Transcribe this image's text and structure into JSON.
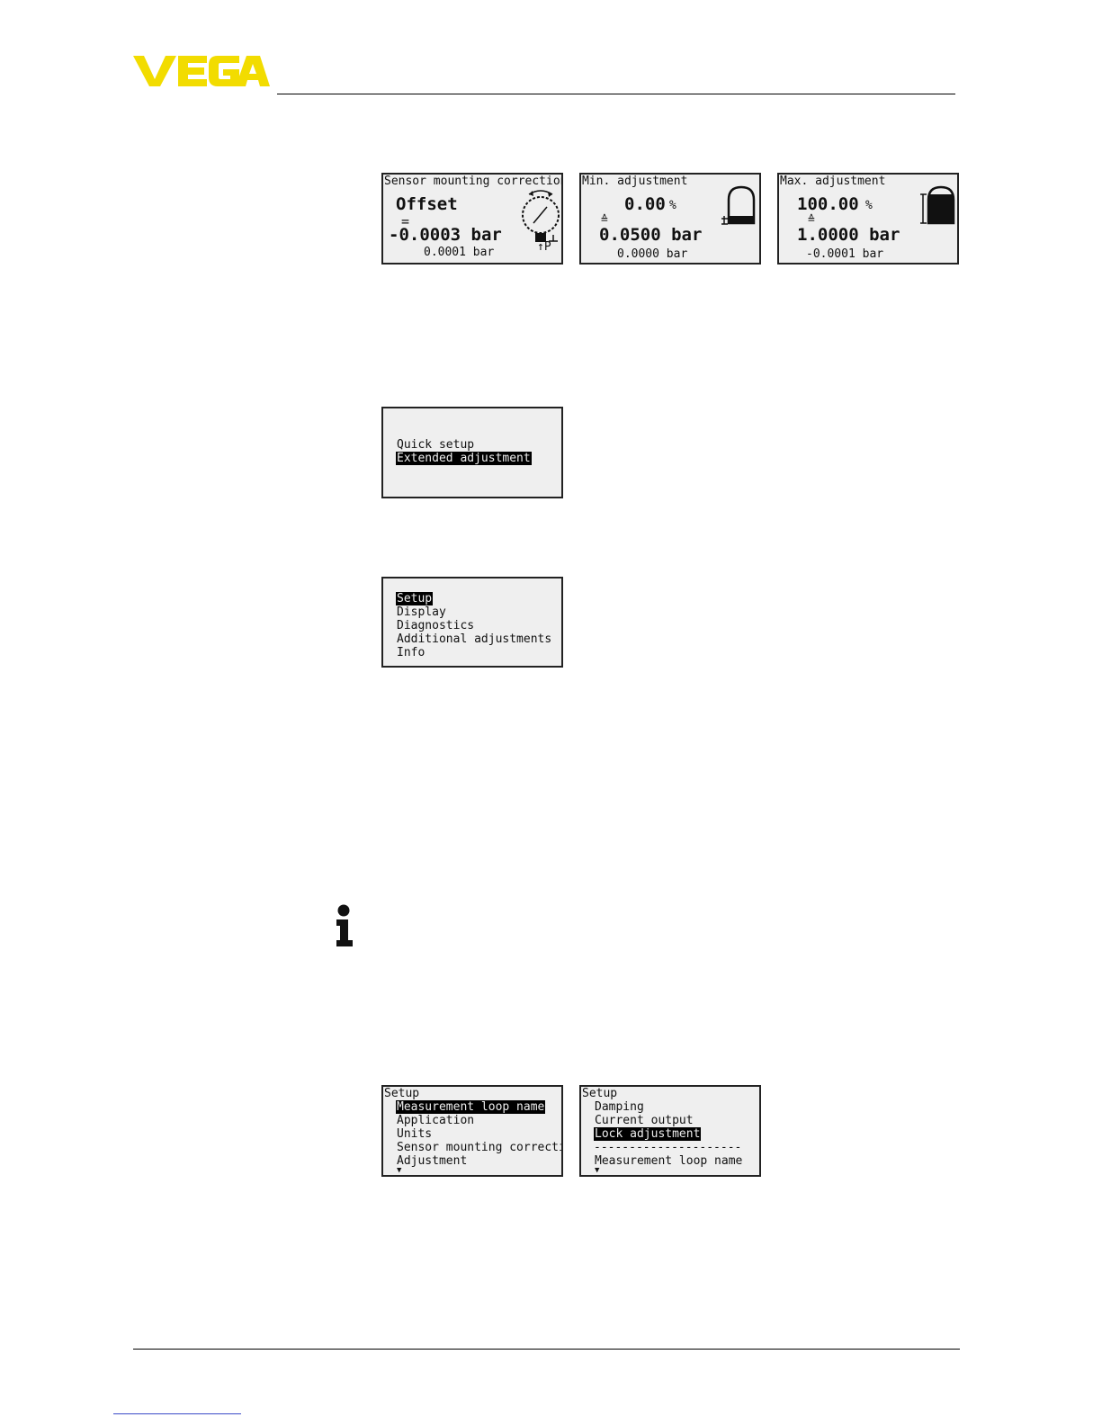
{
  "brand": {
    "name": "VEGA",
    "color": "#f2dc00"
  },
  "display_sensor_mounting": {
    "title": "Sensor mounting correction",
    "label": "Offset",
    "equals": "=",
    "value": "-0.0003 bar",
    "sub_value": "0.0001  bar",
    "pressure_label": "↑P",
    "icon": "pressure-gauge-icon"
  },
  "display_min_adjustment": {
    "title": "Min. adjustment",
    "percent": "0.00",
    "percent_unit": "%",
    "corresponds": "≙",
    "value": "0.0500 bar",
    "sub_value": "0.0000 bar",
    "icon": "vessel-min-level-icon"
  },
  "display_max_adjustment": {
    "title": "Max. adjustment",
    "percent": "100.00",
    "percent_unit": "%",
    "corresponds": "≙",
    "value": "1.0000 bar",
    "sub_value": "-0.0001 bar",
    "icon": "vessel-max-level-icon"
  },
  "display_start_menu": {
    "items": [
      {
        "label": "Quick setup",
        "selected": false
      },
      {
        "label": "Extended adjustment",
        "selected": true
      }
    ]
  },
  "display_main_menu": {
    "items": [
      {
        "label": "Setup",
        "selected": true
      },
      {
        "label": "Display",
        "selected": false
      },
      {
        "label": "Diagnostics",
        "selected": false
      },
      {
        "label": "Additional adjustments",
        "selected": false
      },
      {
        "label": "Info",
        "selected": false
      }
    ]
  },
  "display_setup_1": {
    "title": "Setup",
    "items": [
      {
        "label": "Measurement loop name",
        "selected": true
      },
      {
        "label": "Application",
        "selected": false
      },
      {
        "label": "Units",
        "selected": false
      },
      {
        "label": "Sensor mounting correction",
        "selected": false
      },
      {
        "label": "Adjustment",
        "selected": false
      }
    ],
    "more_indicator": "▼"
  },
  "display_setup_2": {
    "title": "Setup",
    "items": [
      {
        "label": "Damping",
        "selected": false
      },
      {
        "label": "Current output",
        "selected": false
      },
      {
        "label": "Lock adjustment",
        "selected": true
      }
    ],
    "separator": "---------------------",
    "after_separator": "Measurement loop name",
    "more_indicator": "▼"
  },
  "info_icon": "info-icon"
}
